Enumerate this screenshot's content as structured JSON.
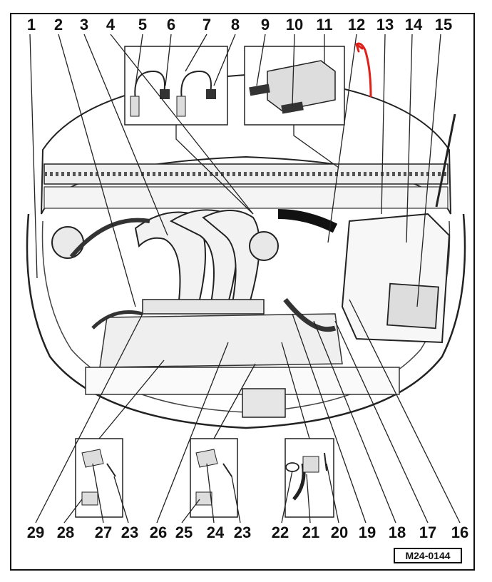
{
  "diagram": {
    "drawing_code": "M24-0144",
    "top_labels": [
      "1",
      "2",
      "3",
      "4",
      "5",
      "6",
      "7",
      "8",
      "9",
      "10",
      "11",
      "12",
      "13",
      "14",
      "15"
    ],
    "bottom_labels": [
      "29",
      "28",
      "27",
      "23",
      "26",
      "25",
      "24",
      "23",
      "22",
      "21",
      "20",
      "19",
      "18",
      "17",
      "16"
    ],
    "annotation_color": "#e0201a"
  }
}
